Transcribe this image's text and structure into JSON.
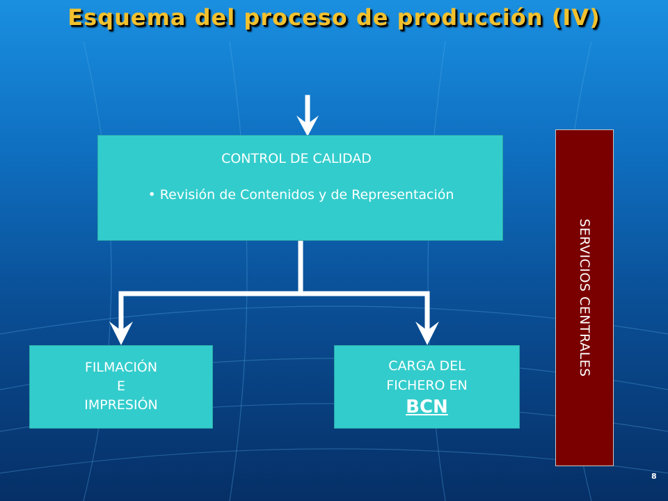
{
  "slide": {
    "title": "Esquema del proceso de producción (IV)",
    "page_number": "8"
  },
  "nodes": {
    "quality_control": {
      "heading": "CONTROL DE CALIDAD",
      "bullet": "• Revisión de Contenidos y de Representación"
    },
    "filming": {
      "line1": "FILMACIÓN",
      "line2": "E",
      "line3": "IMPRESIÓN"
    },
    "load": {
      "line1": "CARGA DEL",
      "line2": "FICHERO EN",
      "line3": "BCN"
    },
    "central_services": {
      "label": "SERVICIOS CENTRALES"
    }
  },
  "colors": {
    "title": "#f2c12e",
    "process_box": "#33cccc",
    "services_box": "#7a0000",
    "arrows": "#ffffff"
  }
}
